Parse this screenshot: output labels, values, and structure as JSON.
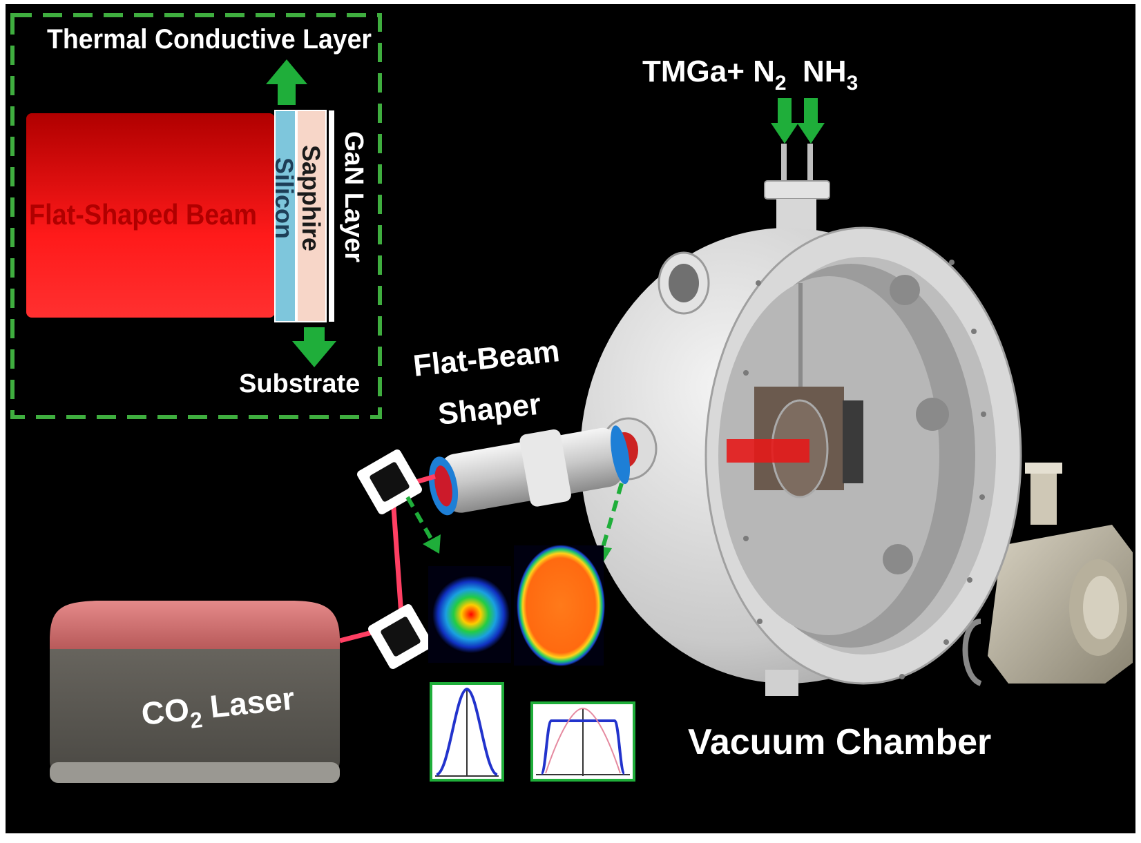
{
  "labels": {
    "thermal_layer": "Thermal Conductive Layer",
    "beam": "Flat-Shaped Beam",
    "silicon": "Silicon",
    "sapphire": "Sapphire",
    "gan_layer": "GaN Layer",
    "substrate": "Substrate",
    "shaper_line1": "Flat-Beam",
    "shaper_line2": "Shaper",
    "gas_tmga": "TMGa+ N",
    "gas_tmga_sub": "2",
    "gas_nh": "NH",
    "gas_nh_sub": "3",
    "laser_main": "CO",
    "laser_sub": "2",
    "laser_tail": " Laser",
    "chamber": "Vacuum Chamber"
  },
  "colors": {
    "background": "#000000",
    "dashed_border": "#3fae3f",
    "arrow_green": "#1fae3a",
    "beam_red": "#ff1a1a",
    "silicon_blue": "#7ec6dc",
    "sapphire_pink": "#f7d6c8",
    "laser_path": "#ff3f63",
    "profile_curve": "#2233cc"
  }
}
